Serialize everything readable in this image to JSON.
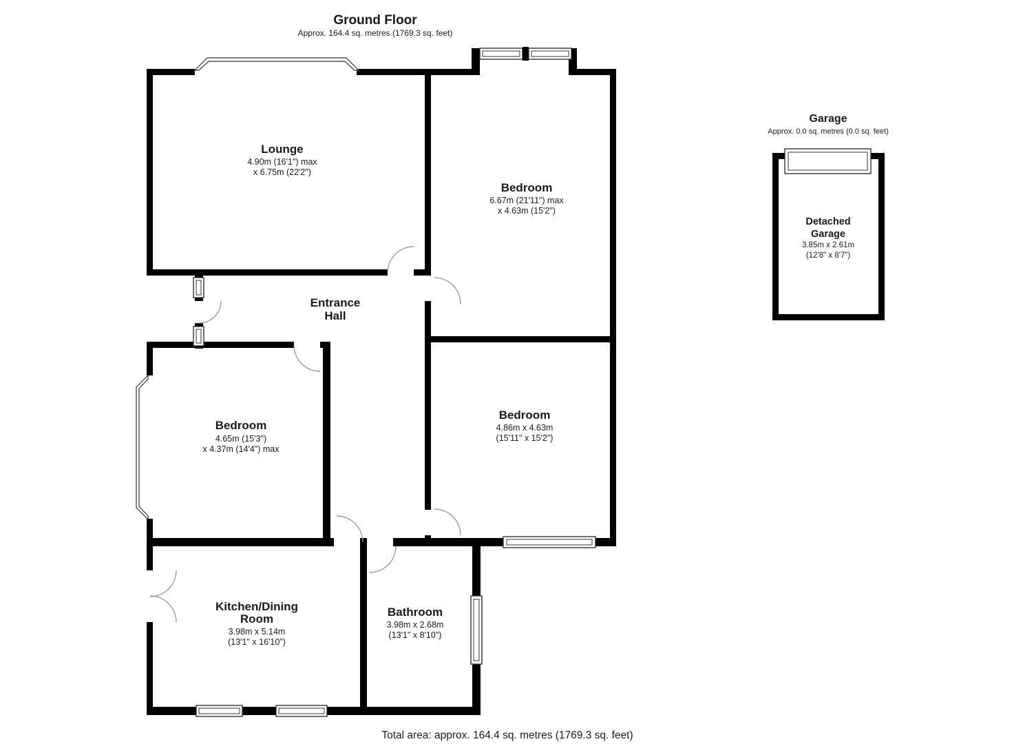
{
  "header": {
    "title": "Ground Floor",
    "subtitle": "Approx. 164.4 sq. metres (1769.3 sq. feet)"
  },
  "garage_section": {
    "title": "Garage",
    "subtitle": "Approx. 0.0 sq. metres (0.0 sq. feet)"
  },
  "rooms": {
    "lounge": {
      "name": "Lounge",
      "dim1": "4.90m (16'1\") max",
      "dim2": "x 6.75m (22'2\")"
    },
    "bedroom_top_right": {
      "name": "Bedroom",
      "dim1": "6.67m (21'11\") max",
      "dim2": "x 4.63m (15'2\")"
    },
    "entrance_hall": {
      "name_line1": "Entrance",
      "name_line2": "Hall"
    },
    "bedroom_left": {
      "name": "Bedroom",
      "dim1": "4.65m (15'3\")",
      "dim2": "x 4.37m (14'4\") max"
    },
    "bedroom_middle_right": {
      "name": "Bedroom",
      "dim1": "4.86m x 4.63m",
      "dim2": "(15'11\" x 15'2\")"
    },
    "kitchen_dining": {
      "name_line1": "Kitchen/Dining",
      "name_line2": "Room",
      "dim1": "3.98m x 5.14m",
      "dim2": "(13'1\" x 16'10\")"
    },
    "bathroom": {
      "name": "Bathroom",
      "dim1": "3.98m x 2.68m",
      "dim2": "(13'1\" x 8'10\")"
    },
    "detached_garage": {
      "name_line1": "Detached",
      "name_line2": "Garage",
      "dim1": "3.85m x 2.61m",
      "dim2": "(12'8\" x 8'7\")"
    }
  },
  "footer": {
    "total_area": "Total area: approx. 164.4 sq. metres (1769.3 sq. feet)"
  },
  "colors": {
    "wall": "#000000",
    "window_outline": "#333333",
    "door_arc": "#999999",
    "text": "#1a1a1a",
    "background": "#ffffff"
  }
}
